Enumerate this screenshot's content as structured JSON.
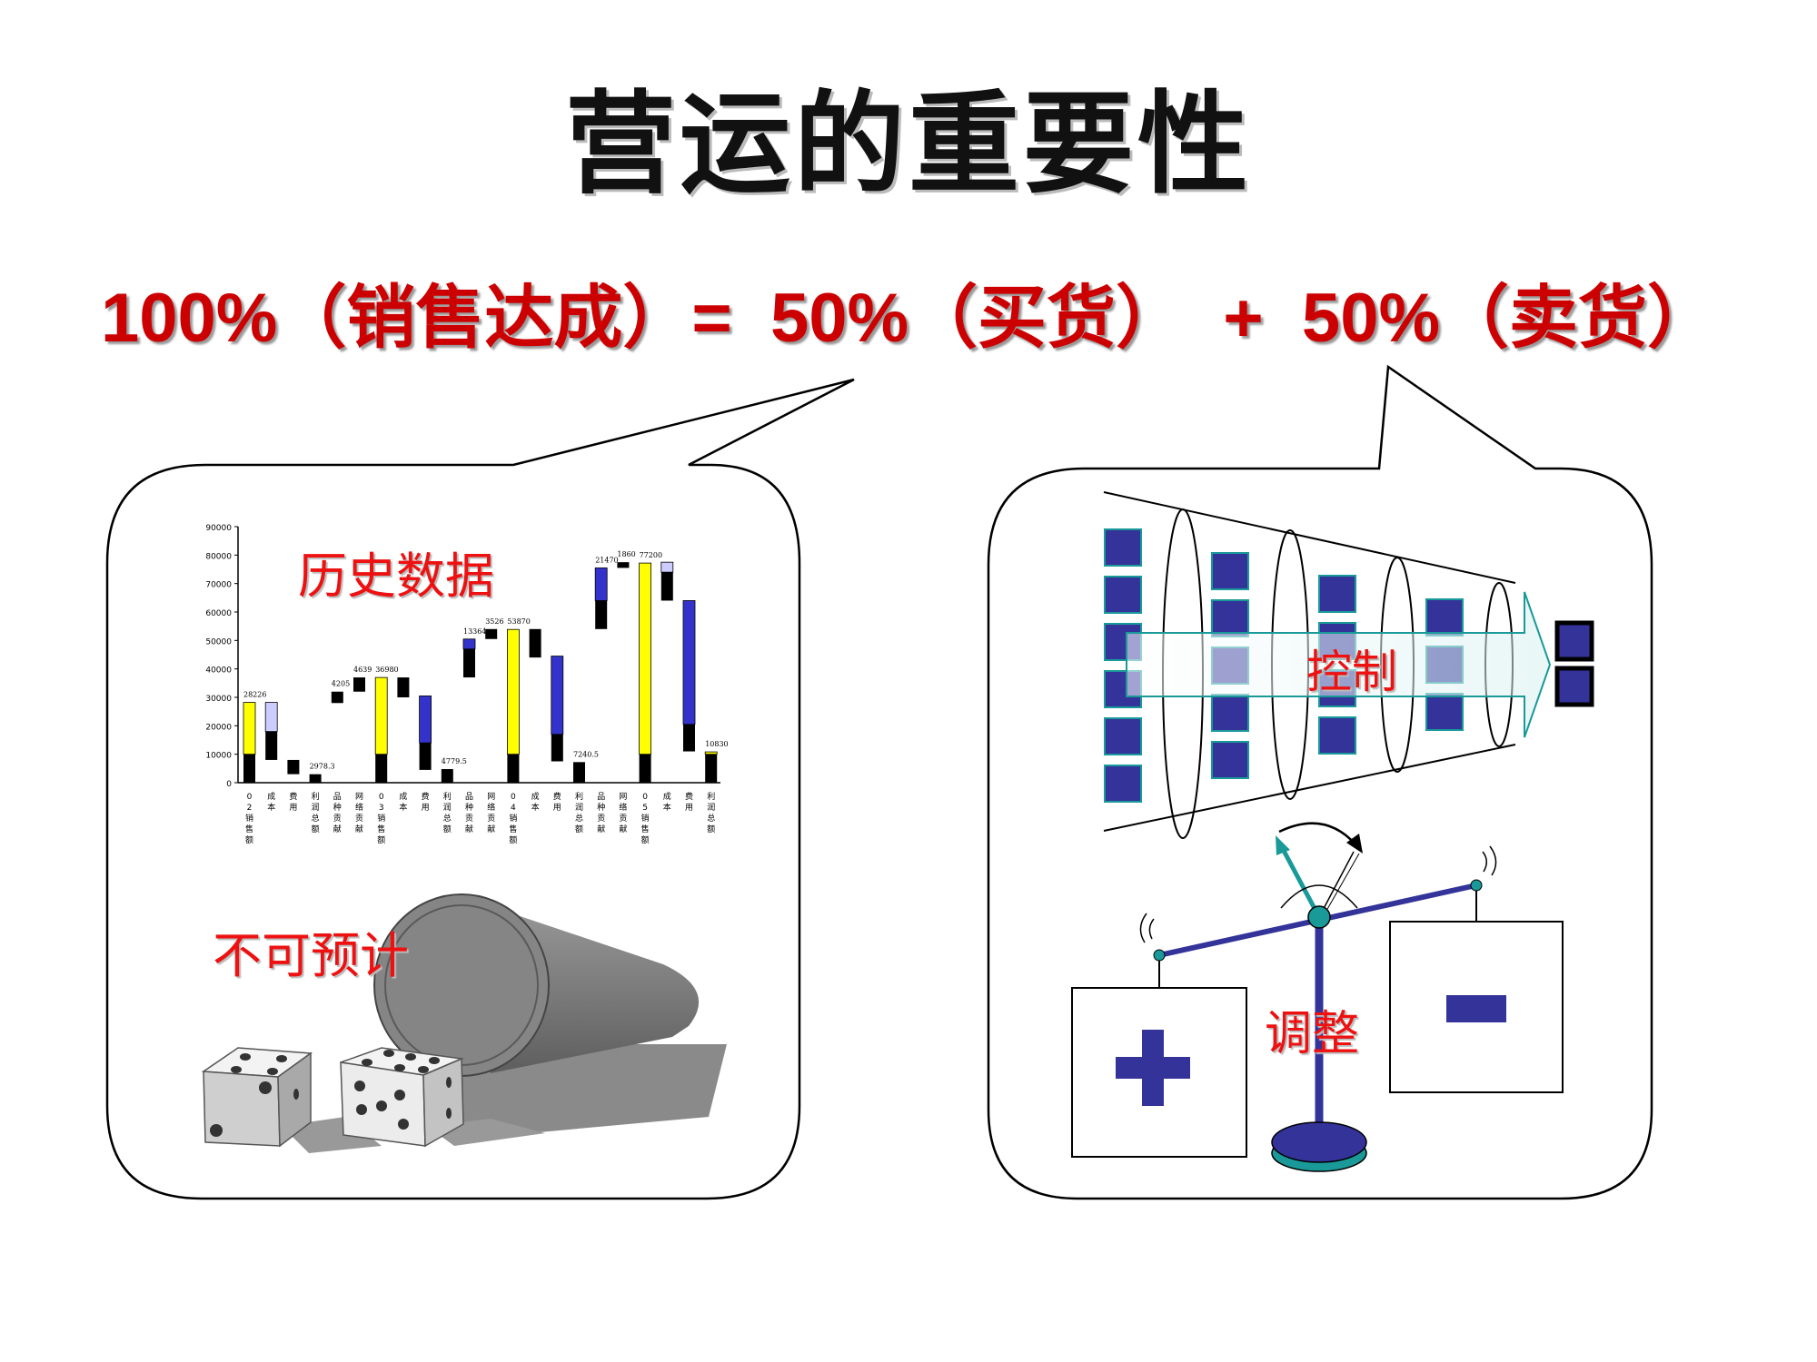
{
  "title": "营运的重要性",
  "equation": {
    "total": "100%（销售达成）=",
    "buy": "50%（买货）",
    "plus": "+",
    "sell": "50%（卖货）"
  },
  "left_bubble": {
    "label_history": "历史数据",
    "label_unpredictable": "不可预计"
  },
  "right_bubble": {
    "label_control": "控制",
    "label_adjust": "调整"
  },
  "colors": {
    "title_red": "#cc0000",
    "bar_yellow": "#ffff00",
    "bar_blue": "#3333cc",
    "bar_black": "#000000",
    "bar_lavender": "#ccccff",
    "square_navy": "#333399",
    "teal": "#1a9999"
  },
  "chart_data": {
    "type": "bar",
    "ylim": [
      0,
      90000
    ],
    "yticks": [
      "0",
      "10000",
      "20000",
      "30000",
      "40000",
      "50000",
      "60000",
      "70000",
      "80000",
      "90000"
    ],
    "categories": [
      "02销售额",
      "成本",
      "费用",
      "利润总额",
      "品种贡献",
      "网络贡献",
      "03销售额",
      "成本",
      "费用",
      "利润总额",
      "品种贡献",
      "网络贡献",
      "04销售额",
      "成本",
      "费用",
      "利润总额",
      "品种贡献",
      "网络贡献",
      "05销售额",
      "成本",
      "费用",
      "利润总额"
    ],
    "bars": [
      {
        "base": 0,
        "black": 10000,
        "color": "yellow",
        "top": 28226
      },
      {
        "base": 8000,
        "black": 18000,
        "color": "lavender",
        "top": 28226
      },
      {
        "base": 3000,
        "black": 8000,
        "color": "none",
        "top": 8000
      },
      {
        "base": 0,
        "black": 2978.3,
        "color": "none",
        "top": 2978.3
      },
      {
        "base": 28000,
        "black": 32000,
        "color": "none",
        "top": 32000
      },
      {
        "base": 32000,
        "black": 37000,
        "color": "none",
        "top": 37000
      },
      {
        "base": 0,
        "black": 10000,
        "color": "yellow",
        "top": 36980
      },
      {
        "base": 30000,
        "black": 37000,
        "color": "none",
        "top": 37000
      },
      {
        "base": 4500,
        "black": 14000,
        "color": "blue",
        "top": 30500
      },
      {
        "base": 0,
        "black": 4779.5,
        "color": "none",
        "top": 4779.5
      },
      {
        "base": 37000,
        "black": 47000,
        "color": "blue",
        "top": 50500
      },
      {
        "base": 50500,
        "black": 54000,
        "color": "none",
        "top": 54000
      },
      {
        "base": 0,
        "black": 10000,
        "color": "yellow",
        "top": 53870
      },
      {
        "base": 44000,
        "black": 54000,
        "color": "none",
        "top": 54000
      },
      {
        "base": 7500,
        "black": 17000,
        "color": "blue",
        "top": 44500
      },
      {
        "base": 0,
        "black": 7240.5,
        "color": "none",
        "top": 7240.5
      },
      {
        "base": 54000,
        "black": 64000,
        "color": "blue",
        "top": 75500
      },
      {
        "base": 75500,
        "black": 77500,
        "color": "none",
        "top": 77500
      },
      {
        "base": 0,
        "black": 10000,
        "color": "yellow",
        "top": 77200
      },
      {
        "base": 64000,
        "black": 74000,
        "color": "lavender",
        "top": 77500
      },
      {
        "base": 11000,
        "black": 20500,
        "color": "blue",
        "top": 64000
      },
      {
        "base": 0,
        "black": 10000,
        "color": "yellow",
        "top": 10830
      }
    ],
    "value_labels": [
      {
        "bar": 0,
        "value": 28226,
        "text": "28226"
      },
      {
        "bar": 3,
        "value": 2978.3,
        "text": "2978.3"
      },
      {
        "bar": 4,
        "value": 32000,
        "text": "4205"
      },
      {
        "bar": 5,
        "value": 37000,
        "text": "4639"
      },
      {
        "bar": 6,
        "value": 36980,
        "text": "36980"
      },
      {
        "bar": 9,
        "value": 4779.5,
        "text": "4779.5"
      },
      {
        "bar": 10,
        "value": 50500,
        "text": "13364"
      },
      {
        "bar": 11,
        "value": 54000,
        "text": "3526"
      },
      {
        "bar": 12,
        "value": 53870,
        "text": "53870"
      },
      {
        "bar": 15,
        "value": 7240.5,
        "text": "7240.5"
      },
      {
        "bar": 16,
        "value": 75500,
        "text": "21470"
      },
      {
        "bar": 17,
        "value": 77500,
        "text": "1860"
      },
      {
        "bar": 18,
        "value": 77200,
        "text": "77200"
      },
      {
        "bar": 21,
        "value": 10830,
        "text": "10830"
      }
    ]
  }
}
